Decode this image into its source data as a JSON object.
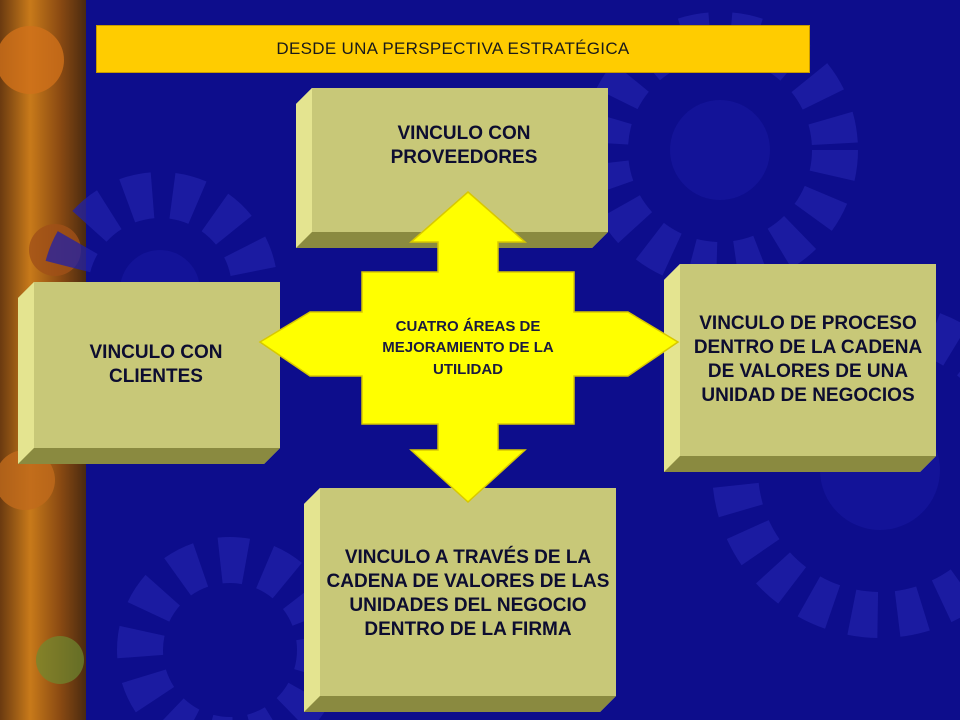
{
  "title": "DESDE UNA PERSPECTIVA ESTRATÉGICA",
  "boxes": {
    "top": "VINCULO CON PROVEEDORES",
    "left": "VINCULO CON CLIENTES",
    "right": "VINCULO DE PROCESO DENTRO DE LA CADENA DE VALORES DE UNA UNIDAD DE NEGOCIOS",
    "bottom": "VINCULO A TRAVÉS DE LA CADENA DE VALORES DE LAS UNIDADES DEL NEGOCIO DENTRO DE LA FIRMA"
  },
  "center": "CUATRO ÁREAS DE MEJORAMIENTO DE LA UTILIDAD",
  "colors": {
    "background": "#0d0d8c",
    "title_bar": "#ffcc00",
    "box_face": "#c8c878",
    "arrow": "#ffff00"
  }
}
